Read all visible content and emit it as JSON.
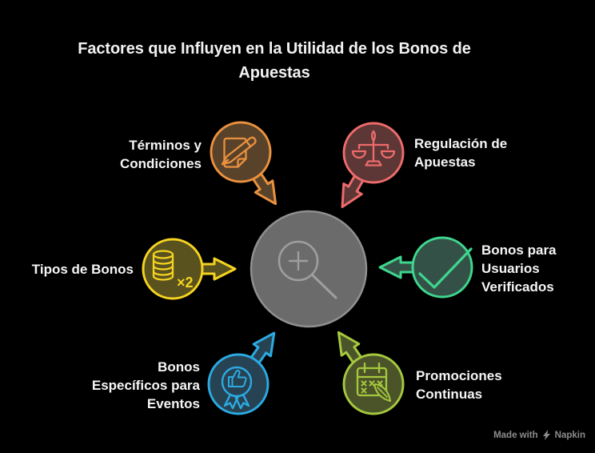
{
  "background": "#000000",
  "title": {
    "text": "Factores que Influyen en la Utilidad de los Bonos de\nApuestas",
    "color": "#F2F2F2"
  },
  "center": {
    "icon": "zoom-in-magnifier-icon",
    "fill": "#6B6B6B",
    "stroke": "#8F8F8F",
    "icon_color": "#9E9E9E"
  },
  "nodes": [
    {
      "label": "Términos y\nCondiciones",
      "icon": "document-pen-icon",
      "accent": "#E9913E",
      "fill": "#59422A",
      "position": "top-left"
    },
    {
      "label": "Regulación de\nApuestas",
      "icon": "scales-of-justice-icon",
      "accent": "#ED6B6B",
      "fill": "#5D3636",
      "position": "top-right"
    },
    {
      "label": "Tipos de Bonos",
      "icon": "coin-stack-icon",
      "badge": "×2",
      "accent": "#F5D320",
      "fill": "#59521F",
      "position": "left"
    },
    {
      "label": "Bonos para\nUsuarios\nVerificados",
      "icon": "checkmark-icon",
      "accent": "#3ED68E",
      "fill": "#345147",
      "position": "right"
    },
    {
      "label": "Bonos\nEspecíficos para\nEventos",
      "icon": "thumbs-up-award-icon",
      "accent": "#2BAAE2",
      "fill": "#274353",
      "position": "bottom-left"
    },
    {
      "label": "Promociones\nContinuas",
      "icon": "calendar-icon",
      "accent": "#A5C83D",
      "fill": "#4B5329",
      "position": "bottom-right"
    }
  ],
  "watermark": {
    "prefix": "Made with",
    "brand": "Napkin",
    "color": "#8C8C8C"
  }
}
